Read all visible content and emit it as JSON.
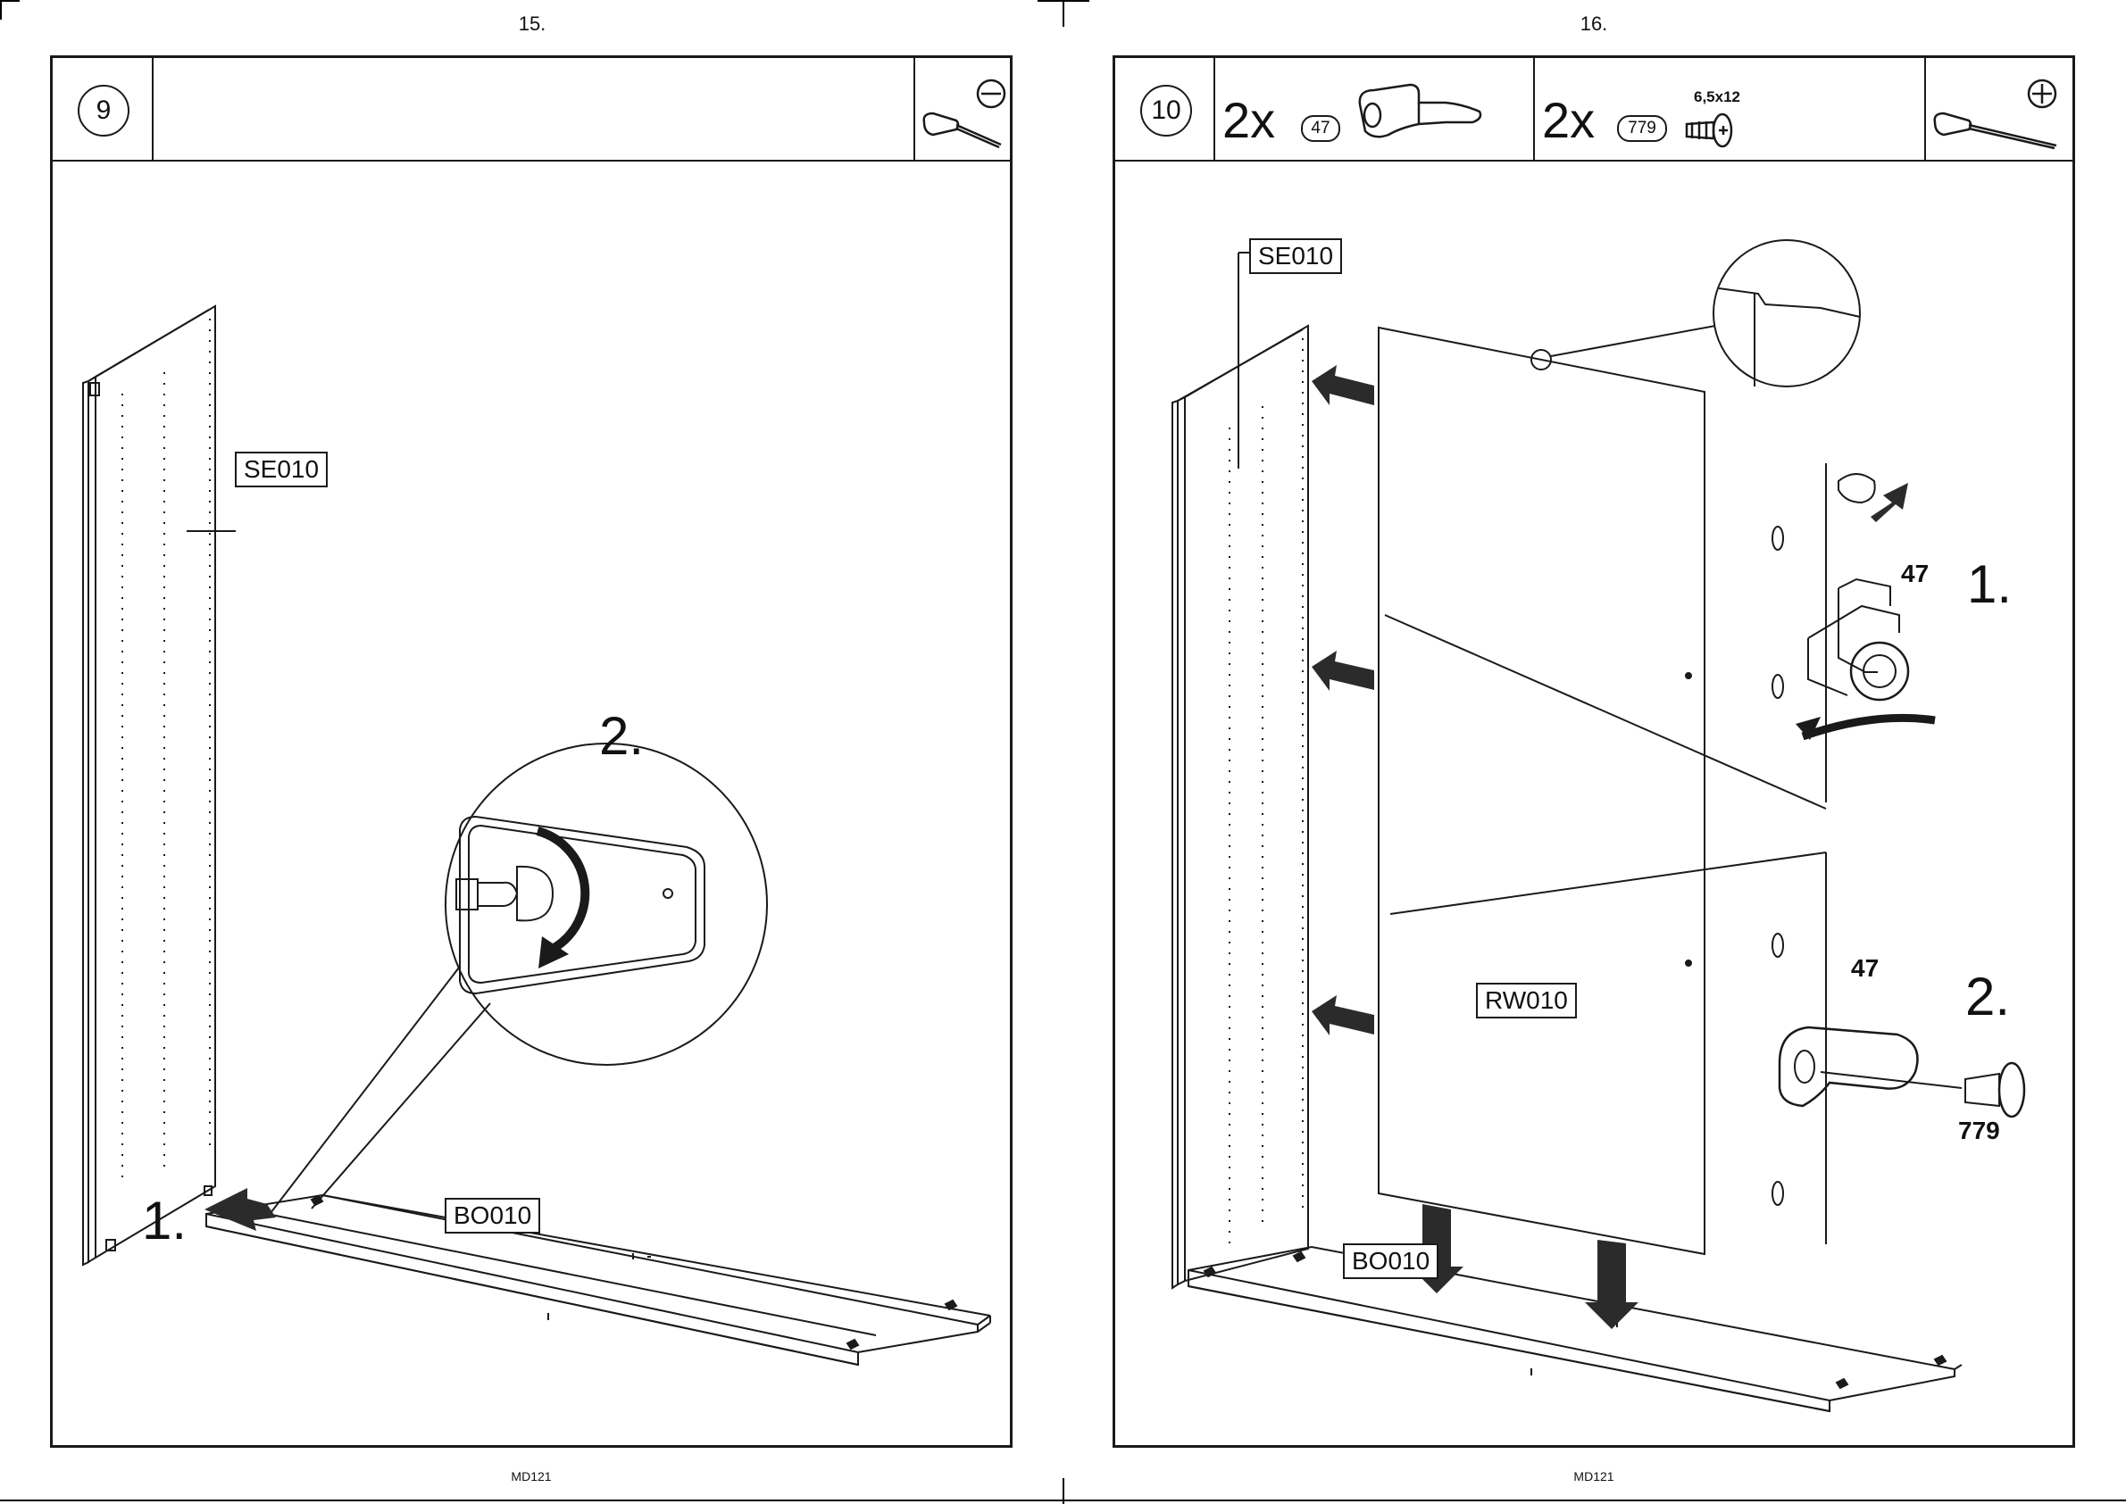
{
  "left_page": {
    "page_number": "15.",
    "footer": "MD121",
    "step": {
      "number": "9",
      "tool_icon": "flat-screwdriver-icon"
    },
    "labels": {
      "side_panel": "SE010",
      "bottom_panel": "BO010",
      "action_1": "1.",
      "action_2": "2."
    }
  },
  "right_page": {
    "page_number": "16.",
    "footer": "MD121",
    "step": {
      "number": "10",
      "tool_icon": "phillips-screwdriver-icon",
      "parts": [
        {
          "qty": "2x",
          "code": "47",
          "icon": "connector-bracket-icon"
        },
        {
          "qty": "2x",
          "code": "779",
          "spec": "6,5x12",
          "icon": "screw-icon"
        }
      ]
    },
    "labels": {
      "side_panel": "SE010",
      "back_panel": "RW010",
      "bottom_panel": "BO010",
      "action_1": "1.",
      "action_2": "2.",
      "part_47_a": "47",
      "part_47_b": "47",
      "part_779": "779"
    }
  },
  "colors": {
    "line": "#1a1a1a",
    "arrow": "#2b2b2b",
    "background": "#ffffff"
  }
}
